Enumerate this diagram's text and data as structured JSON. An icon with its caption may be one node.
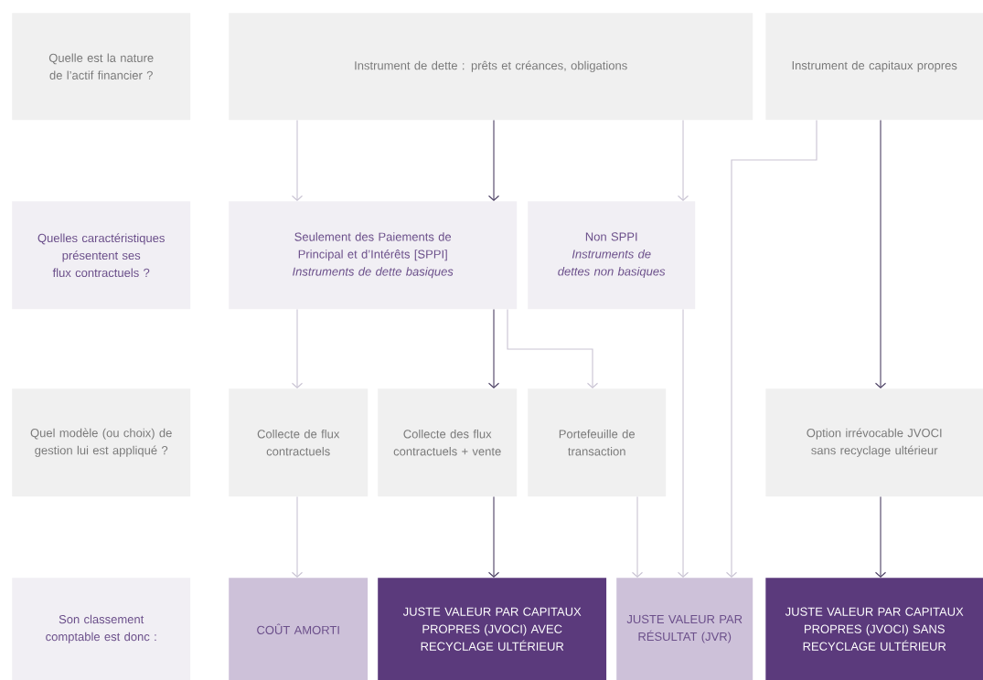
{
  "diagram": {
    "nodes": [
      {
        "text": [
          "Quelle est la nature de l’actif financier ?"
        ]
      },
      {
        "text": [
          "Instrument de dette : prêts et créances, obligations"
        ]
      },
      {
        "text": [
          "Instrument de capitaux propres"
        ]
      },
      {
        "text": [
          "Quelles caractéristiques présentent ses flux contractuels ?"
        ]
      },
      {
        "text": [
          "Seulement des Paiements de Principal et d’Intérêts [SPPI]",
          "Instruments de dette basiques"
        ]
      },
      {
        "text": [
          "Non SPPI",
          "Instruments de dettes non basiques"
        ]
      },
      {
        "text": [
          "Quel modèle (ou choix) de gestion lui est appliqué ?"
        ]
      },
      {
        "text": [
          "Collecte de flux contractuels"
        ]
      },
      {
        "text": [
          "Collecte des flux contractuels + vente"
        ]
      },
      {
        "text": [
          "Portefeuille de transaction"
        ]
      },
      {
        "text": [
          "Option irrévocable JVOCI sans recyclage ultérieur"
        ]
      },
      {
        "text": [
          "Son classement comptable est donc :"
        ]
      },
      {
        "text": [
          "COÛT AMORTI"
        ]
      },
      {
        "text": [
          "JUSTE VALEUR PAR CAPITAUX PROPRES (JVOCI) AVEC RECYCLAGE ULTÉRIEUR"
        ]
      },
      {
        "text": [
          "JUSTE VALEUR PAR RÉSULTAT (JVR)"
        ]
      },
      {
        "text": [
          "JUSTE VALEUR PAR CAPITAUX PROPRES (JVOCI) SANS RECYCLAGE ULTÉRIEUR"
        ]
      }
    ],
    "edges": [
      {
        "from": 1,
        "to": 4,
        "arrow": "to"
      },
      {
        "from": 1,
        "to": 4,
        "arrow": "to",
        "color": "#4b3f63"
      },
      {
        "from": 1,
        "to": 5,
        "arrow": "to"
      },
      {
        "from": 2,
        "to": 14,
        "arrow": "to"
      },
      {
        "from": 2,
        "to": 10,
        "arrow": "to",
        "color": "#4b3f63"
      },
      {
        "from": 4,
        "to": 7,
        "arrow": "to"
      },
      {
        "from": 4,
        "to": 8,
        "arrow": "to",
        "color": "#4b3f63"
      },
      {
        "from": 4,
        "to": 9,
        "arrow": "to"
      },
      {
        "from": 5,
        "to": 14,
        "arrow": "to"
      },
      {
        "from": 7,
        "to": 12,
        "arrow": "to"
      },
      {
        "from": 8,
        "to": 13,
        "arrow": "to",
        "color": "#4b3f63"
      },
      {
        "from": 9,
        "to": 14,
        "arrow": "to"
      },
      {
        "from": 10,
        "to": 15,
        "arrow": "to",
        "color": "#4b3f63"
      }
    ]
  }
}
